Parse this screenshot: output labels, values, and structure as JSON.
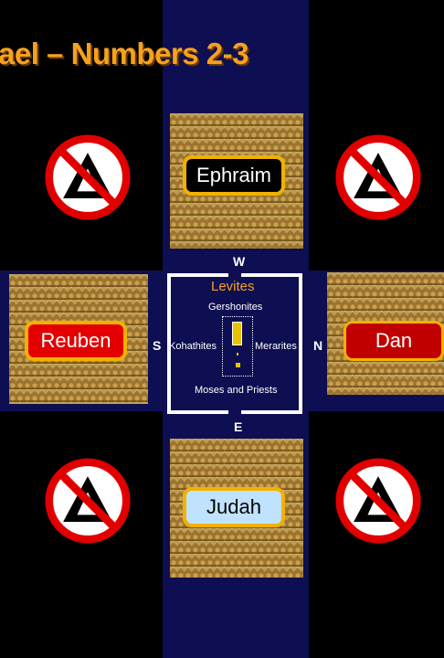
{
  "title": "ael – Numbers 2-3",
  "compass": {
    "west": "W",
    "south": "S",
    "north": "N",
    "east": "E"
  },
  "tribes": {
    "top": "Ephraim",
    "left": "Reuben",
    "right": "Dan",
    "bottom": "Judah"
  },
  "levites": {
    "heading": "Levites",
    "gershonites": "Gershonites",
    "kohathites": "Kohathites",
    "merarites": "Merarites",
    "moses": "Moses and Priests"
  },
  "colors": {
    "band": "#0e0e52",
    "camp": "#9c7430",
    "title": "#f6a21d",
    "gold": "#f2b100",
    "prohibit": "#e00000"
  },
  "icons": [
    "no-camp-icon",
    "tent-icon"
  ]
}
